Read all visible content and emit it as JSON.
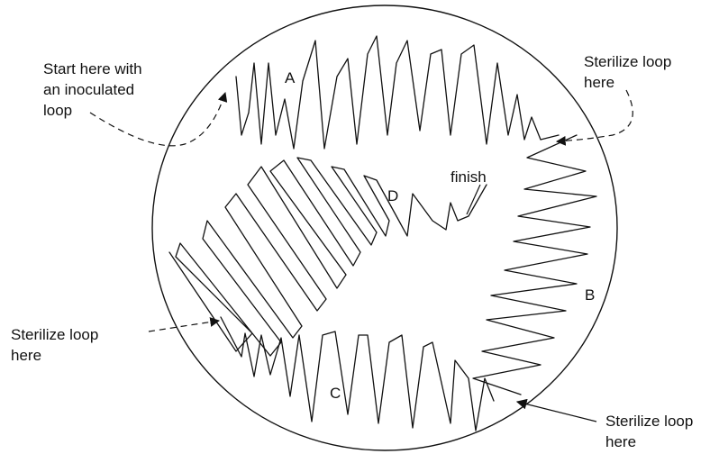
{
  "labels": {
    "start": [
      "Start here with",
      "an inoculated",
      "loop"
    ],
    "sterilize_top_right": [
      "Sterilize loop",
      "here"
    ],
    "sterilize_left": [
      "Sterilize loop",
      "here"
    ],
    "sterilize_bottom_right": [
      "Sterilize loop",
      "here"
    ],
    "finish": "finish"
  },
  "zones": {
    "a": "A",
    "b": "B",
    "c": "C",
    "d": "D"
  },
  "icons": {
    "arrowhead": "arrowhead-icon"
  }
}
